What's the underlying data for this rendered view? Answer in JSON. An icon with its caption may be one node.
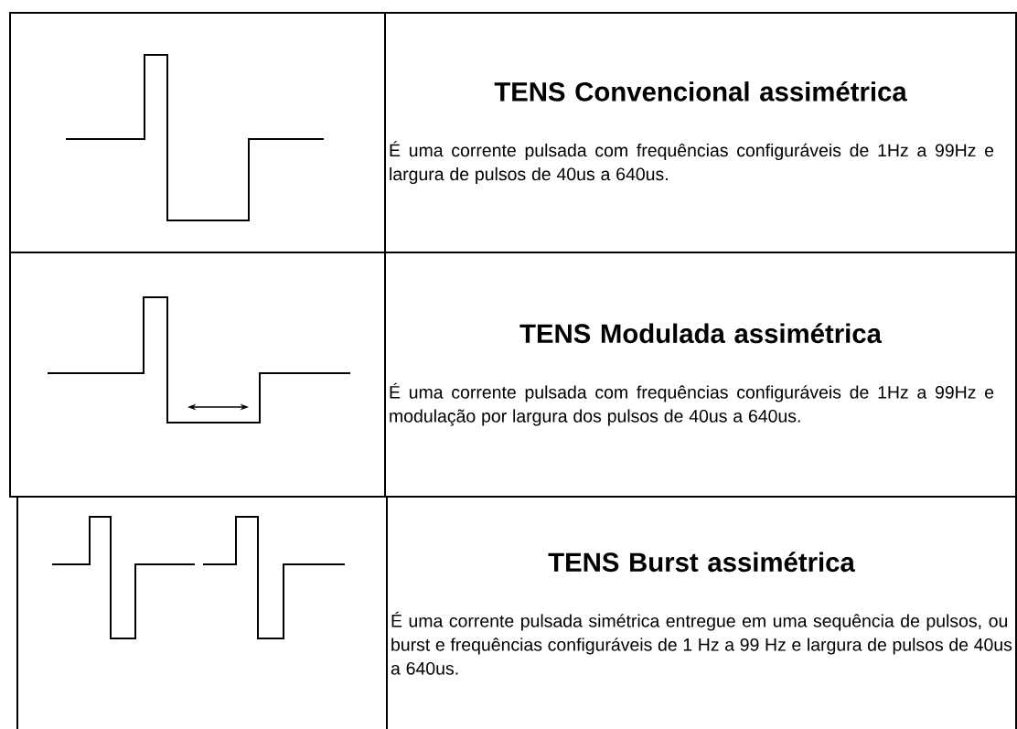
{
  "diagram": {
    "nodes": [
      {
        "text": [],
        "shape": "picture"
      },
      {
        "text": [
          "TENS Convencional assimétrica",
          "É uma corrente pulsada com frequências configuráveis de 1Hz a 99Hz e largura de pulsos de 40us a 640us."
        ]
      },
      {
        "text": [],
        "shape": "picture"
      },
      {
        "text": [
          "TENS Modulada assimétrica",
          "É uma corrente pulsada com frequências configuráveis de 1Hz a 99Hz e modulação por largura dos pulsos de 40us a 640us."
        ]
      },
      {
        "text": [],
        "shape": "picture"
      },
      {
        "text": [
          "TENS Burst assimétrica",
          "É uma corrente pulsada simétrica entregue em uma sequência de pulsos, ou burst e frequências configuráveis de 1 Hz a 99 Hz e largura de pulsos de 40us a 640us."
        ]
      }
    ]
  }
}
